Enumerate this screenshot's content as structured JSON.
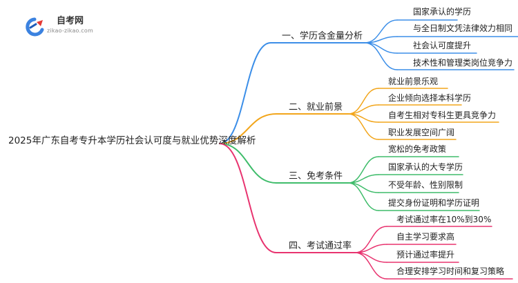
{
  "logo": {
    "title": "自考网",
    "url": "zikao-zikao.com"
  },
  "root": {
    "label": "2025年广东自考专升本学历社会认可度与就业优势深度解析"
  },
  "branches": [
    {
      "label": "一、学历含金量分析",
      "color": "#3b8ee8",
      "children": [
        "国家承认的学历",
        "与全日制文凭法律效力相同",
        "社会认可度提升",
        "技术性和管理类岗位竞争力"
      ]
    },
    {
      "label": "二、就业前景",
      "color": "#f2a51a",
      "children": [
        "就业前景乐观",
        "企业倾向选择本科学历",
        "自考生相对专科生更具竞争力",
        "职业发展空间广阔"
      ]
    },
    {
      "label": "三、免考条件",
      "color": "#3ebc6a",
      "children": [
        "宽松的免考政策",
        "国家承认的大专学历",
        "不受年龄、性别限制",
        "提交身份证明和学历证明"
      ]
    },
    {
      "label": "四、考试通过率",
      "color": "#e8336f",
      "children": [
        "考试通过率在10%到30%",
        "自主学习要求高",
        "预计通过率提升",
        "合理安排学习时间和复习策略"
      ]
    }
  ]
}
